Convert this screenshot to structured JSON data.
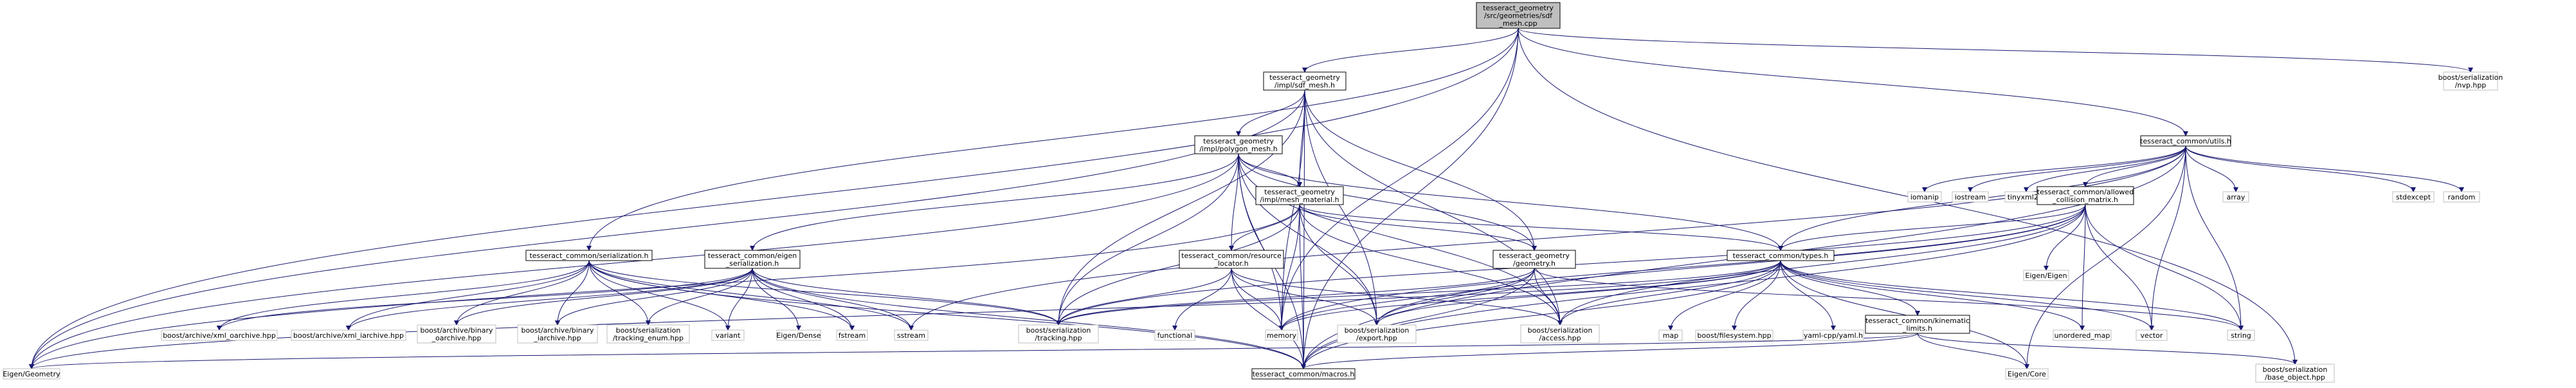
{
  "colors": {
    "edge": "#191970",
    "root_fill": "#bfbfbf",
    "documented_fill": "#ffffff",
    "documented_stroke": "#000000",
    "external_stroke": "#bfbfbf",
    "text": "#000000"
  },
  "nodes": [
    {
      "id": "root",
      "lines": [
        "tesseract_geometry",
        "/src/geometries/sdf",
        "_mesh.cpp"
      ],
      "kind": "root"
    },
    {
      "id": "sdf_mesh_h",
      "lines": [
        "tesseract_geometry",
        "/impl/sdf_mesh.h"
      ],
      "kind": "documented"
    },
    {
      "id": "nvp",
      "lines": [
        "boost/serialization",
        "/nvp.hpp"
      ],
      "kind": "external"
    },
    {
      "id": "polygon_mesh",
      "lines": [
        "tesseract_geometry",
        "/impl/polygon_mesh.h"
      ],
      "kind": "documented"
    },
    {
      "id": "utils",
      "lines": [
        "tesseract_common/utils.h"
      ],
      "kind": "documented"
    },
    {
      "id": "mesh_material",
      "lines": [
        "tesseract_geometry",
        "/impl/mesh_material.h"
      ],
      "kind": "documented"
    },
    {
      "id": "iomanip",
      "lines": [
        "iomanip"
      ],
      "kind": "external"
    },
    {
      "id": "iostream",
      "lines": [
        "iostream"
      ],
      "kind": "external"
    },
    {
      "id": "tinyxml2",
      "lines": [
        "tinyxml2.h"
      ],
      "kind": "external"
    },
    {
      "id": "allowed",
      "lines": [
        "tesseract_common/allowed",
        "_collision_matrix.h"
      ],
      "kind": "documented"
    },
    {
      "id": "array",
      "lines": [
        "array"
      ],
      "kind": "external"
    },
    {
      "id": "stdexcept",
      "lines": [
        "stdexcept"
      ],
      "kind": "external"
    },
    {
      "id": "random",
      "lines": [
        "random"
      ],
      "kind": "external"
    },
    {
      "id": "serialization",
      "lines": [
        "tesseract_common/serialization.h"
      ],
      "kind": "documented"
    },
    {
      "id": "eigen_ser",
      "lines": [
        "tesseract_common/eigen",
        "_serialization.h"
      ],
      "kind": "documented"
    },
    {
      "id": "resource",
      "lines": [
        "tesseract_common/resource",
        "_locator.h"
      ],
      "kind": "documented"
    },
    {
      "id": "geometry_h",
      "lines": [
        "tesseract_geometry",
        "/geometry.h"
      ],
      "kind": "documented"
    },
    {
      "id": "types",
      "lines": [
        "tesseract_common/types.h"
      ],
      "kind": "documented"
    },
    {
      "id": "eigen_eigen",
      "lines": [
        "Eigen/Eigen"
      ],
      "kind": "external"
    },
    {
      "id": "xml_oarchive",
      "lines": [
        "boost/archive/xml_oarchive.hpp"
      ],
      "kind": "external"
    },
    {
      "id": "xml_iarchive",
      "lines": [
        "boost/archive/xml_iarchive.hpp"
      ],
      "kind": "external"
    },
    {
      "id": "binary_oarchive",
      "lines": [
        "boost/archive/binary",
        "_oarchive.hpp"
      ],
      "kind": "external"
    },
    {
      "id": "binary_iarchive",
      "lines": [
        "boost/archive/binary",
        "_iarchive.hpp"
      ],
      "kind": "external"
    },
    {
      "id": "tracking_enum",
      "lines": [
        "boost/serialization",
        "/tracking_enum.hpp"
      ],
      "kind": "external"
    },
    {
      "id": "variant",
      "lines": [
        "variant"
      ],
      "kind": "external"
    },
    {
      "id": "eigen_dense",
      "lines": [
        "Eigen/Dense"
      ],
      "kind": "external"
    },
    {
      "id": "fstream",
      "lines": [
        "fstream"
      ],
      "kind": "external"
    },
    {
      "id": "sstream",
      "lines": [
        "sstream"
      ],
      "kind": "external"
    },
    {
      "id": "tracking",
      "lines": [
        "boost/serialization",
        "/tracking.hpp"
      ],
      "kind": "external"
    },
    {
      "id": "functional",
      "lines": [
        "functional"
      ],
      "kind": "external"
    },
    {
      "id": "memory",
      "lines": [
        "memory"
      ],
      "kind": "external"
    },
    {
      "id": "export",
      "lines": [
        "boost/serialization",
        "/export.hpp"
      ],
      "kind": "external"
    },
    {
      "id": "access",
      "lines": [
        "boost/serialization",
        "/access.hpp"
      ],
      "kind": "external"
    },
    {
      "id": "map",
      "lines": [
        "map"
      ],
      "kind": "external"
    },
    {
      "id": "filesystem",
      "lines": [
        "boost/filesystem.hpp"
      ],
      "kind": "external"
    },
    {
      "id": "yaml",
      "lines": [
        "yaml-cpp/yaml.h"
      ],
      "kind": "external"
    },
    {
      "id": "kinematic",
      "lines": [
        "tesseract_common/kinematic",
        "_limits.h"
      ],
      "kind": "documented"
    },
    {
      "id": "unordered_map",
      "lines": [
        "unordered_map"
      ],
      "kind": "external"
    },
    {
      "id": "vector",
      "lines": [
        "vector"
      ],
      "kind": "external"
    },
    {
      "id": "string",
      "lines": [
        "string"
      ],
      "kind": "external"
    },
    {
      "id": "eigen_geometry",
      "lines": [
        "Eigen/Geometry"
      ],
      "kind": "external"
    },
    {
      "id": "macros",
      "lines": [
        "tesseract_common/macros.h"
      ],
      "kind": "documented"
    },
    {
      "id": "eigen_core",
      "lines": [
        "Eigen/Core"
      ],
      "kind": "external"
    },
    {
      "id": "base_object",
      "lines": [
        "boost/serialization",
        "/base_object.hpp"
      ],
      "kind": "external"
    }
  ],
  "edges": [
    [
      "root",
      "sdf_mesh_h"
    ],
    [
      "root",
      "nvp"
    ],
    [
      "root",
      "utils"
    ],
    [
      "root",
      "serialization"
    ],
    [
      "root",
      "memory"
    ],
    [
      "root",
      "eigen_geometry"
    ],
    [
      "root",
      "macros"
    ],
    [
      "root",
      "base_object"
    ],
    [
      "sdf_mesh_h",
      "polygon_mesh"
    ],
    [
      "sdf_mesh_h",
      "mesh_material"
    ],
    [
      "sdf_mesh_h",
      "geometry_h"
    ],
    [
      "sdf_mesh_h",
      "tracking"
    ],
    [
      "sdf_mesh_h",
      "memory"
    ],
    [
      "sdf_mesh_h",
      "export"
    ],
    [
      "sdf_mesh_h",
      "access"
    ],
    [
      "sdf_mesh_h",
      "eigen_geometry"
    ],
    [
      "sdf_mesh_h",
      "macros"
    ],
    [
      "polygon_mesh",
      "mesh_material"
    ],
    [
      "polygon_mesh",
      "geometry_h"
    ],
    [
      "polygon_mesh",
      "resource"
    ],
    [
      "polygon_mesh",
      "eigen_ser"
    ],
    [
      "polygon_mesh",
      "types"
    ],
    [
      "polygon_mesh",
      "tracking"
    ],
    [
      "polygon_mesh",
      "memory"
    ],
    [
      "polygon_mesh",
      "export"
    ],
    [
      "polygon_mesh",
      "access"
    ],
    [
      "polygon_mesh",
      "eigen_geometry"
    ],
    [
      "polygon_mesh",
      "macros"
    ],
    [
      "mesh_material",
      "resource"
    ],
    [
      "mesh_material",
      "geometry_h"
    ],
    [
      "mesh_material",
      "types"
    ],
    [
      "mesh_material",
      "tracking"
    ],
    [
      "mesh_material",
      "memory"
    ],
    [
      "mesh_material",
      "export"
    ],
    [
      "mesh_material",
      "access"
    ],
    [
      "mesh_material",
      "eigen_geometry"
    ],
    [
      "mesh_material",
      "macros"
    ],
    [
      "utils",
      "iomanip"
    ],
    [
      "utils",
      "iostream"
    ],
    [
      "utils",
      "tinyxml2"
    ],
    [
      "utils",
      "allowed"
    ],
    [
      "utils",
      "array"
    ],
    [
      "utils",
      "stdexcept"
    ],
    [
      "utils",
      "random"
    ],
    [
      "utils",
      "types"
    ],
    [
      "utils",
      "sstream"
    ],
    [
      "utils",
      "vector"
    ],
    [
      "utils",
      "string"
    ],
    [
      "utils",
      "eigen_core"
    ],
    [
      "utils",
      "macros"
    ],
    [
      "allowed",
      "eigen_eigen"
    ],
    [
      "allowed",
      "types"
    ],
    [
      "allowed",
      "unordered_map"
    ],
    [
      "allowed",
      "vector"
    ],
    [
      "allowed",
      "string"
    ],
    [
      "allowed",
      "memory"
    ],
    [
      "allowed",
      "tracking"
    ],
    [
      "allowed",
      "export"
    ],
    [
      "allowed",
      "access"
    ],
    [
      "allowed",
      "macros"
    ],
    [
      "serialization",
      "xml_oarchive"
    ],
    [
      "serialization",
      "xml_iarchive"
    ],
    [
      "serialization",
      "binary_oarchive"
    ],
    [
      "serialization",
      "binary_iarchive"
    ],
    [
      "serialization",
      "tracking_enum"
    ],
    [
      "serialization",
      "variant"
    ],
    [
      "serialization",
      "fstream"
    ],
    [
      "serialization",
      "sstream"
    ],
    [
      "serialization",
      "tracking"
    ],
    [
      "serialization",
      "macros"
    ],
    [
      "eigen_ser",
      "xml_oarchive"
    ],
    [
      "eigen_ser",
      "xml_iarchive"
    ],
    [
      "eigen_ser",
      "binary_oarchive"
    ],
    [
      "eigen_ser",
      "binary_iarchive"
    ],
    [
      "eigen_ser",
      "tracking_enum"
    ],
    [
      "eigen_ser",
      "variant"
    ],
    [
      "eigen_ser",
      "eigen_dense"
    ],
    [
      "eigen_ser",
      "fstream"
    ],
    [
      "eigen_ser",
      "sstream"
    ],
    [
      "eigen_ser",
      "tracking"
    ],
    [
      "eigen_ser",
      "macros"
    ],
    [
      "resource",
      "functional"
    ],
    [
      "resource",
      "memory"
    ],
    [
      "resource",
      "export"
    ],
    [
      "resource",
      "access"
    ],
    [
      "resource",
      "tracking"
    ],
    [
      "resource",
      "macros"
    ],
    [
      "geometry_h",
      "memory"
    ],
    [
      "geometry_h",
      "export"
    ],
    [
      "geometry_h",
      "access"
    ],
    [
      "geometry_h",
      "tracking"
    ],
    [
      "geometry_h",
      "macros"
    ],
    [
      "geometry_h",
      "string"
    ],
    [
      "types",
      "map"
    ],
    [
      "types",
      "filesystem"
    ],
    [
      "types",
      "yaml"
    ],
    [
      "types",
      "kinematic"
    ],
    [
      "types",
      "unordered_map"
    ],
    [
      "types",
      "vector"
    ],
    [
      "types",
      "string"
    ],
    [
      "types",
      "memory"
    ],
    [
      "types",
      "export"
    ],
    [
      "types",
      "access"
    ],
    [
      "types",
      "tracking"
    ],
    [
      "types",
      "eigen_geometry"
    ],
    [
      "types",
      "macros"
    ],
    [
      "types",
      "eigen_core"
    ],
    [
      "kinematic",
      "eigen_core"
    ],
    [
      "kinematic",
      "eigen_geometry"
    ],
    [
      "kinematic",
      "macros"
    ],
    [
      "kinematic",
      "base_object"
    ]
  ]
}
